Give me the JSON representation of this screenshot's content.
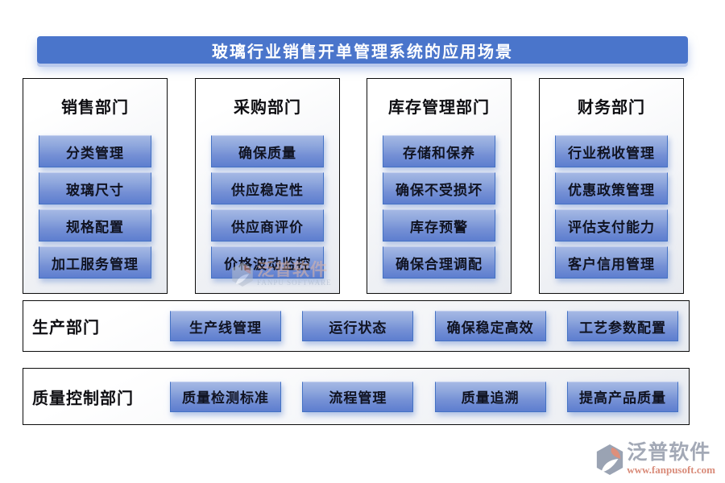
{
  "title": "玻璃行业销售开单管理系统的应用场景",
  "columns": [
    {
      "header": "销售部门",
      "buttons": [
        "分类管理",
        "玻璃尺寸",
        "规格配置",
        "加工服务管理"
      ]
    },
    {
      "header": "采购部门",
      "buttons": [
        "确保质量",
        "供应稳定性",
        "供应商评价",
        "价格波动监控"
      ]
    },
    {
      "header": "库存管理部门",
      "buttons": [
        "存储和保养",
        "确保不受损坏",
        "库存预警",
        "确保合理调配"
      ]
    },
    {
      "header": "财务部门",
      "buttons": [
        "行业税收管理",
        "优惠政策管理",
        "评估支付能力",
        "客户信用管理"
      ]
    }
  ],
  "rows": [
    {
      "label": "生产部门",
      "buttons": [
        "生产线管理",
        "运行状态",
        "确保稳定高效",
        "工艺参数配置"
      ]
    },
    {
      "label": "质量控制部门",
      "buttons": [
        "质量检测标准",
        "流程管理",
        "质量追溯",
        "提高产品质量"
      ]
    }
  ],
  "watermark": {
    "name": "泛普软件",
    "subtitle": "FANPU SOFTWARE"
  },
  "logo": {
    "name": "泛普软件",
    "url": "www.fanpusoft.com"
  },
  "colors": {
    "banner_blue": "#4A75CB",
    "button_border": "#4472C4",
    "button_gradient_top": "#A5B8E4",
    "button_gradient_bottom": "#5D7ECF",
    "panel_border": "#0C0C0C",
    "logo_gray": "#A3A9B6",
    "logo_salmon": "#D98B79"
  }
}
